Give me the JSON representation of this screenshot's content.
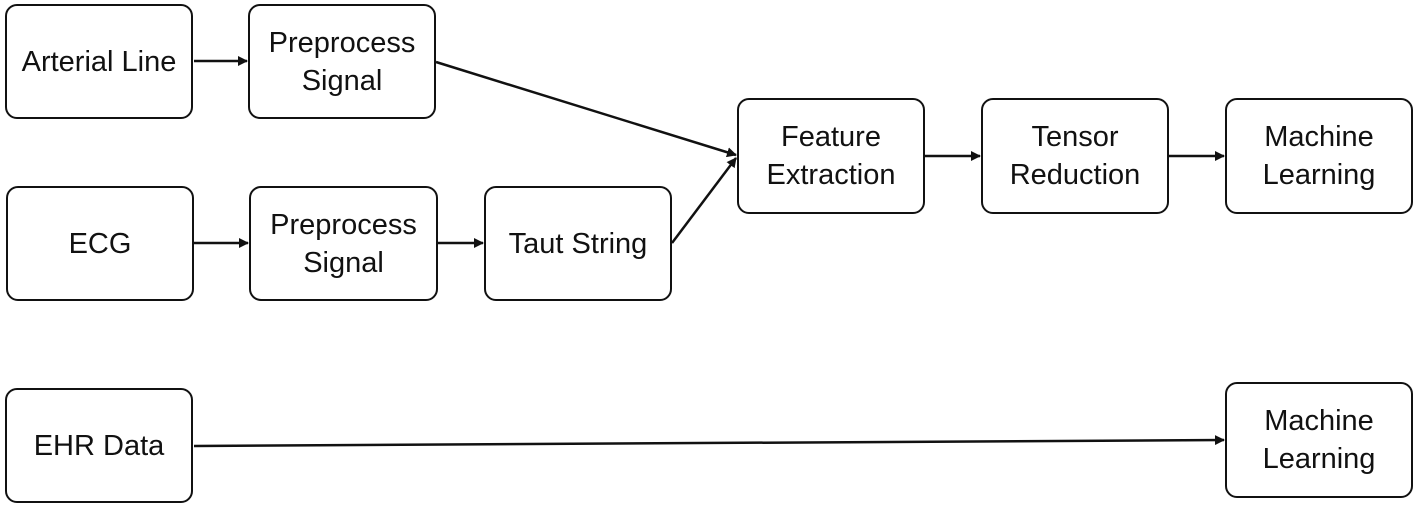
{
  "nodes": {
    "arterial_line": {
      "lines": [
        "Arterial Line"
      ]
    },
    "preprocess_1": {
      "lines": [
        "Preprocess",
        "Signal"
      ]
    },
    "ecg": {
      "lines": [
        "ECG"
      ]
    },
    "preprocess_2": {
      "lines": [
        "Preprocess",
        "Signal"
      ]
    },
    "taut_string": {
      "lines": [
        "Taut String"
      ]
    },
    "feature_extraction": {
      "lines": [
        "Feature",
        "Extraction"
      ]
    },
    "tensor_reduction": {
      "lines": [
        "Tensor",
        "Reduction"
      ]
    },
    "machine_learning_1": {
      "lines": [
        "Machine",
        "Learning"
      ]
    },
    "ehr_data": {
      "lines": [
        "EHR Data"
      ]
    },
    "machine_learning_2": {
      "lines": [
        "Machine",
        "Learning"
      ]
    }
  },
  "edges": [
    {
      "from": "arterial_line",
      "to": "preprocess_1"
    },
    {
      "from": "preprocess_1",
      "to": "feature_extraction"
    },
    {
      "from": "ecg",
      "to": "preprocess_2"
    },
    {
      "from": "preprocess_2",
      "to": "taut_string"
    },
    {
      "from": "taut_string",
      "to": "feature_extraction"
    },
    {
      "from": "feature_extraction",
      "to": "tensor_reduction"
    },
    {
      "from": "tensor_reduction",
      "to": "machine_learning_1"
    },
    {
      "from": "ehr_data",
      "to": "machine_learning_2"
    }
  ]
}
